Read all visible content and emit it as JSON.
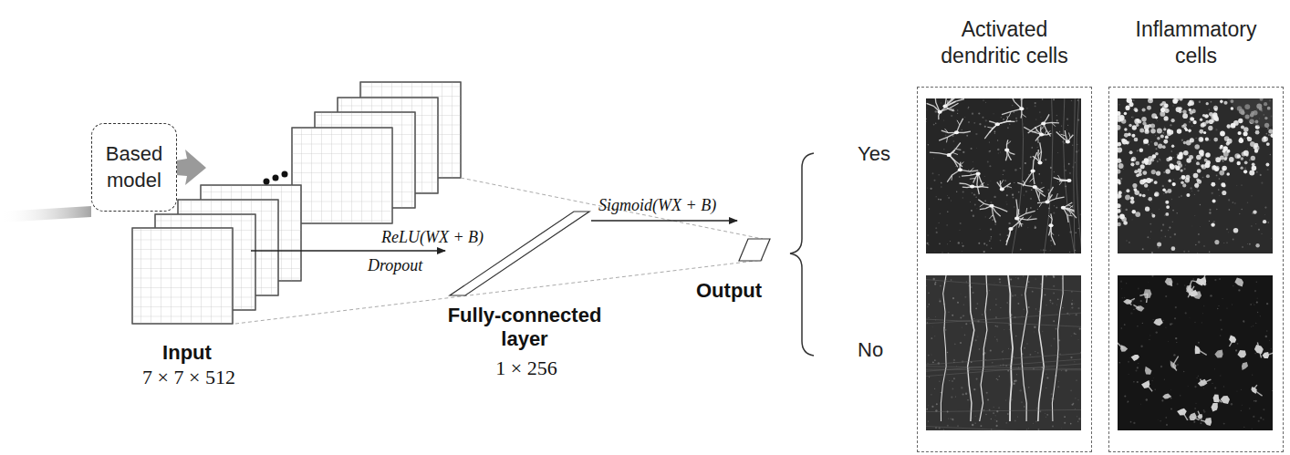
{
  "diagram": {
    "nodes": [
      {
        "text": [
          "Based model"
        ]
      },
      {
        "text": [
          "Activated dendritic cells"
        ]
      },
      {
        "text": [
          "Inflammatory cells"
        ]
      }
    ],
    "labels": [
      "ReLU(WX + B)",
      "Dropout",
      "Sigmoid(WX + B)",
      "Input",
      "7 × 7 × 512",
      "Fully-connected layer",
      "1 × 256",
      "Output",
      "Yes",
      "No"
    ]
  }
}
